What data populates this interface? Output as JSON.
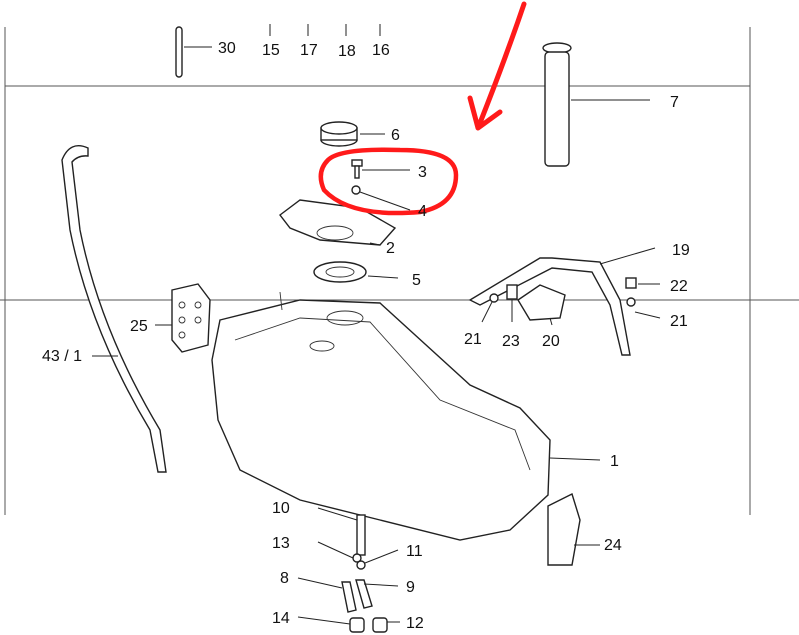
{
  "callouts": {
    "c30": "30",
    "c15": "15",
    "c17": "17",
    "c18": "18",
    "c16": "16",
    "c7": "7",
    "c6": "6",
    "c3": "3",
    "c4": "4",
    "c2": "2",
    "c5": "5",
    "c19": "19",
    "c22": "22",
    "c21a": "21",
    "c21b": "21",
    "c23": "23",
    "c20": "20",
    "c25": "25",
    "c43": "43 / 1",
    "c1": "1",
    "c10": "10",
    "c13": "13",
    "c11": "11",
    "c8": "8",
    "c9": "9",
    "c24": "24",
    "c14": "14",
    "c12": "12"
  },
  "annotation": {
    "color": "#ff1a1a"
  },
  "colors": {
    "line": "#222222",
    "background": "#ffffff"
  }
}
